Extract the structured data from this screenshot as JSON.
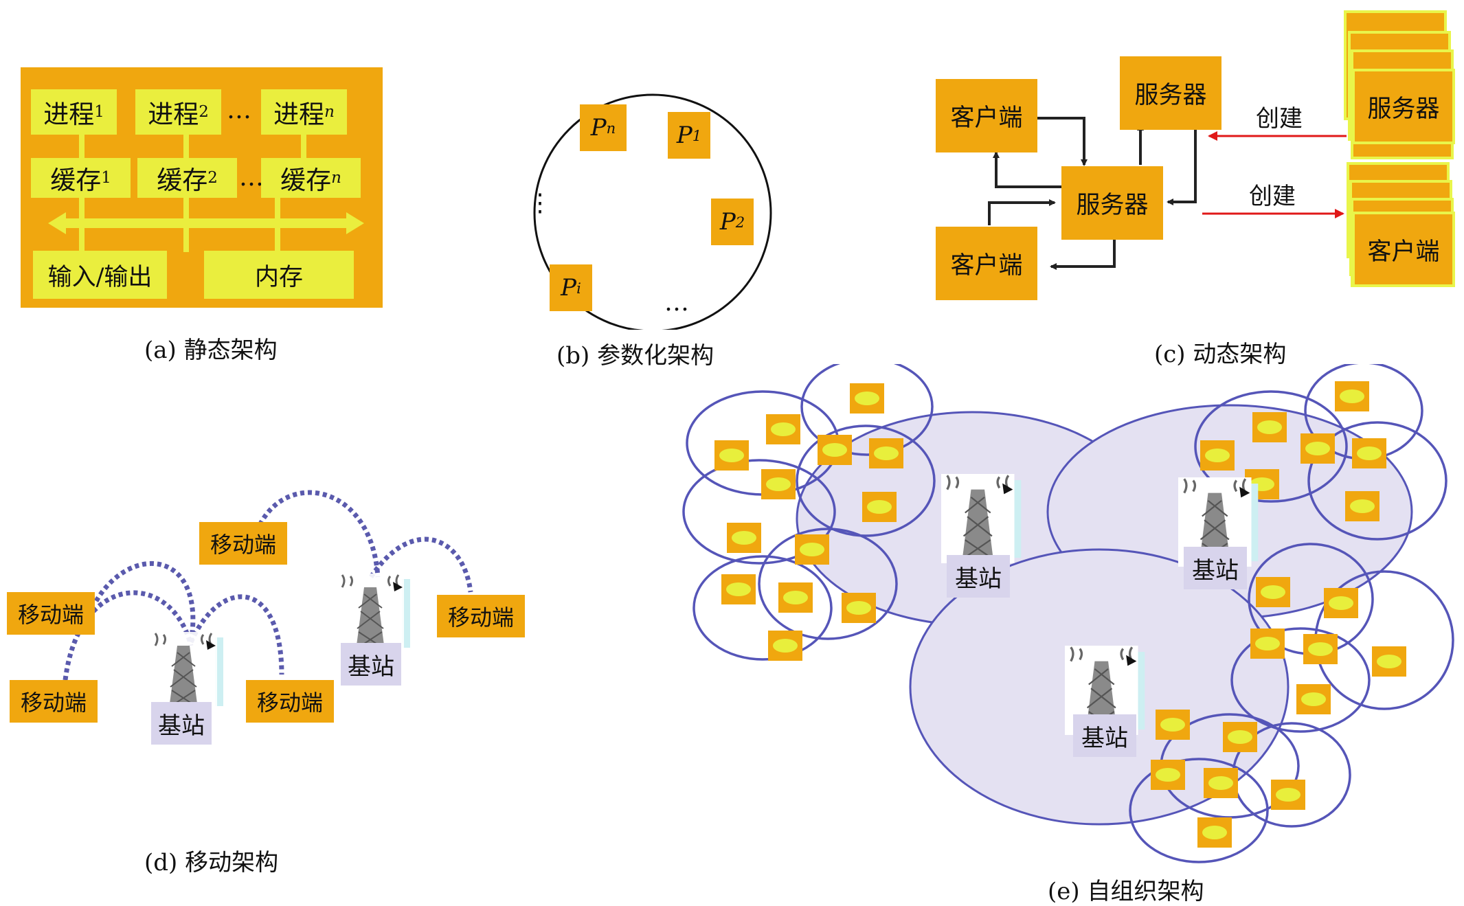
{
  "panel_a": {
    "processes": [
      {
        "base": "进程",
        "sub": "1",
        "italic_sub": false
      },
      {
        "base": "进程",
        "sub": "2",
        "italic_sub": false
      },
      {
        "base": "进程",
        "sub": "n",
        "italic_sub": true
      }
    ],
    "caches": [
      {
        "base": "缓存",
        "sub": "1",
        "italic_sub": false
      },
      {
        "base": "缓存",
        "sub": "2",
        "italic_sub": false
      },
      {
        "base": "缓存",
        "sub": "n",
        "italic_sub": true
      }
    ],
    "ellipsis": "…",
    "io_label": "输入/输出",
    "memory_label": "内存",
    "caption": "(a) 静态架构"
  },
  "panel_b": {
    "nodes": [
      {
        "name": "P",
        "sub": "n"
      },
      {
        "name": "P",
        "sub": "1"
      },
      {
        "name": "P",
        "sub": "2"
      },
      {
        "name": "P",
        "sub": "i"
      }
    ],
    "ellipsis_left": "⋮",
    "ellipsis_bottom": "…",
    "caption": "(b) 参数化架构"
  },
  "panel_c": {
    "client_top": "客户端",
    "client_bottom": "客户端",
    "server_top": "服务器",
    "server_center": "服务器",
    "server_stack": "服务器",
    "client_stack": "客户端",
    "create_top": "创建",
    "create_bottom": "创建",
    "arrow_color": "#e01818",
    "caption": "(c) 动态架构"
  },
  "panel_d": {
    "mobile_labels": [
      "移动端",
      "移动端",
      "移动端",
      "移动端",
      "移动端"
    ],
    "base_station_labels": [
      "基站",
      "基站"
    ],
    "link_color": "#5a5aad",
    "caption": "(d)  移动架构"
  },
  "panel_e": {
    "base_station_labels": [
      "基站",
      "基站",
      "基站"
    ],
    "circle_color": "#5555b8",
    "fill_color": "#e4e1f2",
    "caption": "(e) 自组织架构"
  },
  "colors": {
    "orange": "#f0a70f",
    "yellow": "#eaee3e",
    "lavender": "#d8d4ec"
  }
}
